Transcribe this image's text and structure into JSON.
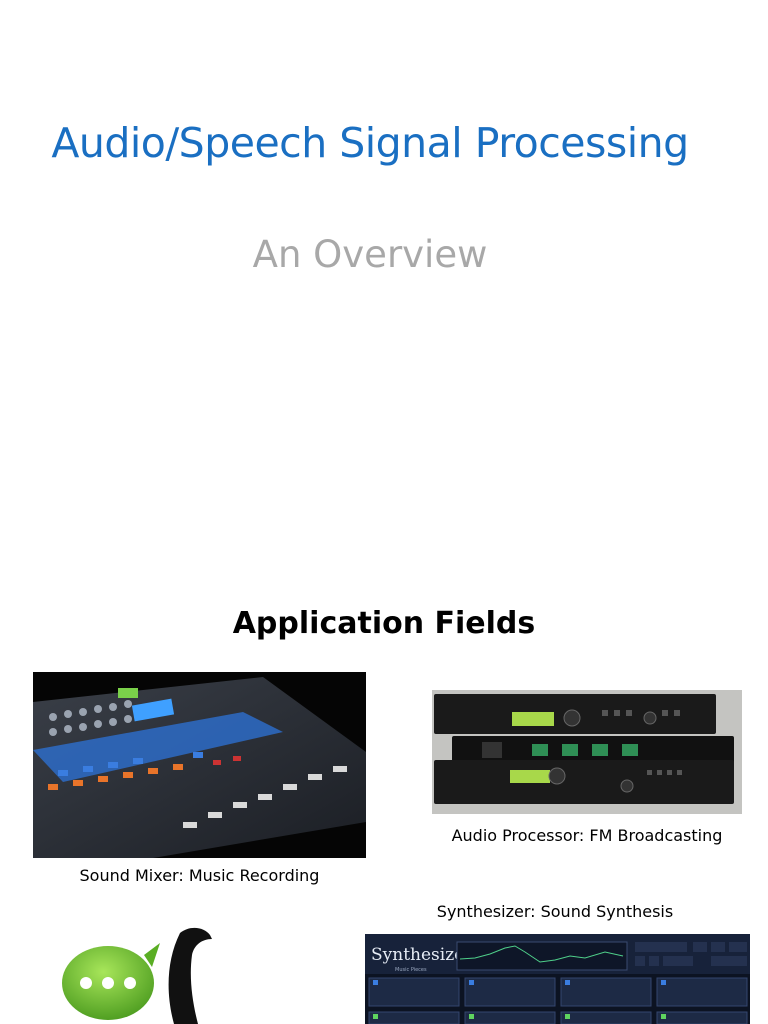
{
  "slide1": {
    "title": "Audio/Speech Signal Processing",
    "subtitle": "An Overview"
  },
  "slide2": {
    "heading": "Application Fields",
    "items": [
      {
        "caption": "Sound Mixer: Music Recording",
        "icon": "sound-mixer-image"
      },
      {
        "caption": "Audio Processor: FM Broadcasting",
        "icon": "audio-processor-image"
      },
      {
        "caption": "Synthesizer: Sound Synthesis",
        "icon": "synthesizer-image"
      },
      {
        "caption": "",
        "icon": "chat-phone-icon"
      }
    ],
    "synth_logo": "Synthesizer",
    "synth_sub": "Music Pieces"
  }
}
